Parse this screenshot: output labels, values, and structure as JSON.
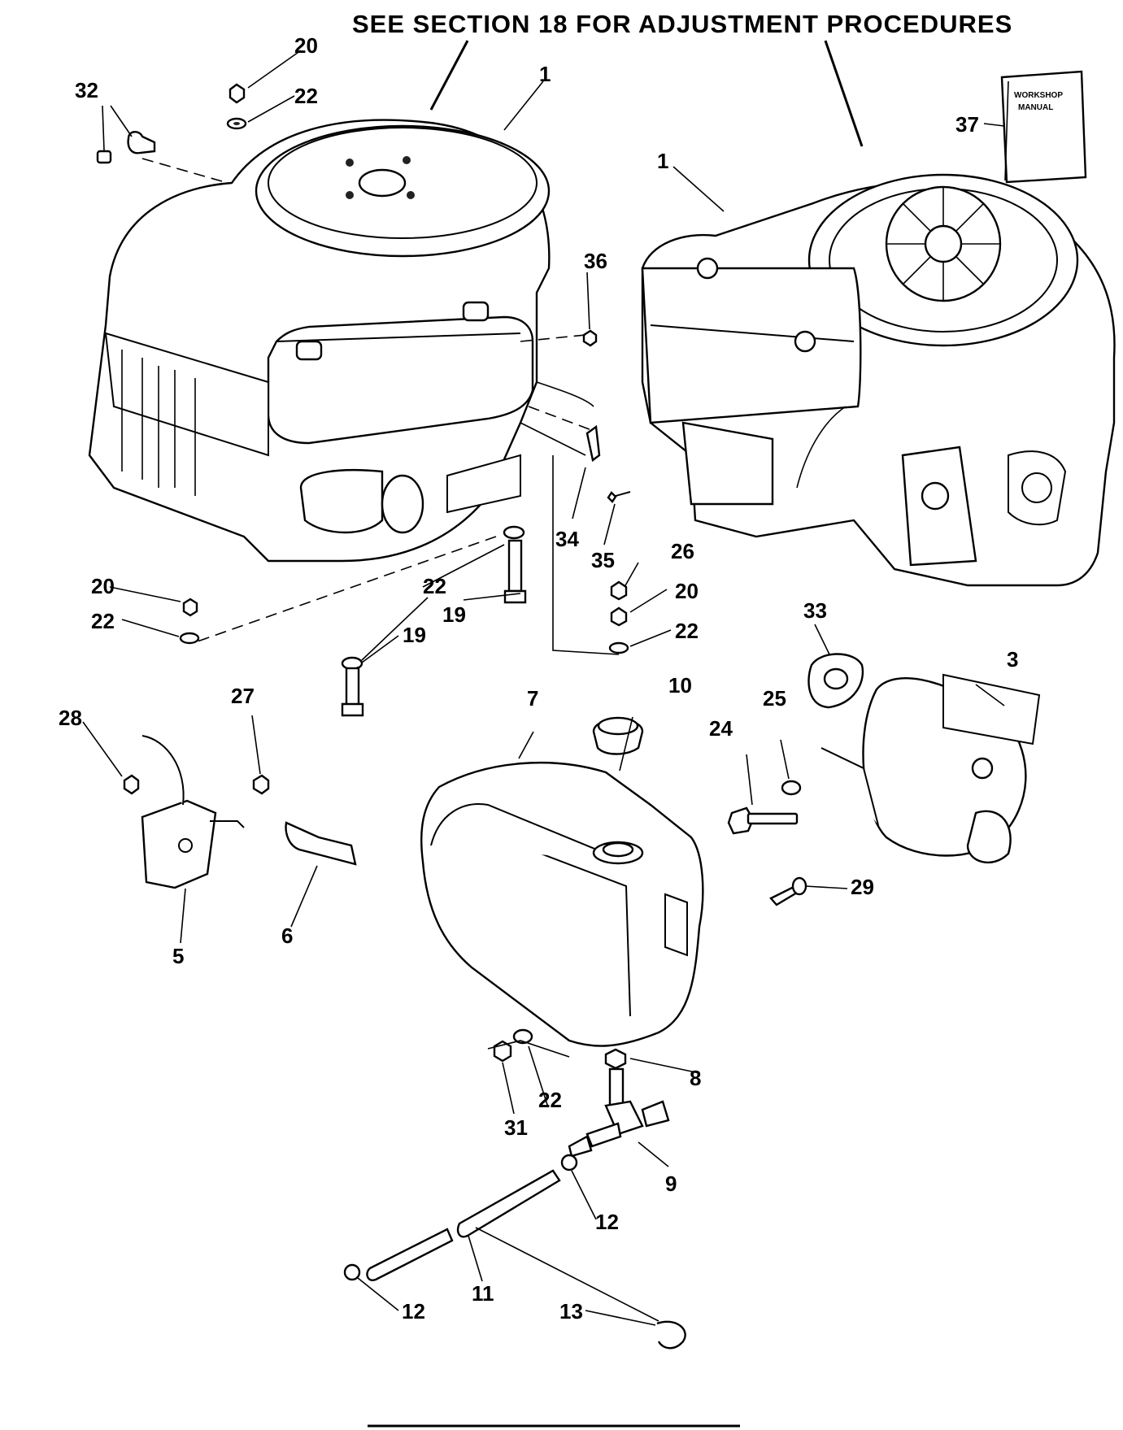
{
  "header": {
    "text": "SEE SECTION 18 FOR ADJUSTMENT PROCEDURES"
  },
  "manual": {
    "line1": "WORKSHOP",
    "line2": "MANUAL"
  },
  "callouts": [
    {
      "id": "c20a",
      "label": "20"
    },
    {
      "id": "c22a",
      "label": "22"
    },
    {
      "id": "c32",
      "label": "32"
    },
    {
      "id": "c1a",
      "label": "1"
    },
    {
      "id": "c1b",
      "label": "1"
    },
    {
      "id": "c37",
      "label": "37"
    },
    {
      "id": "c36",
      "label": "36"
    },
    {
      "id": "c34",
      "label": "34"
    },
    {
      "id": "c35",
      "label": "35"
    },
    {
      "id": "c26",
      "label": "26"
    },
    {
      "id": "c20c",
      "label": "20"
    },
    {
      "id": "c22d",
      "label": "22"
    },
    {
      "id": "c20b",
      "label": "20"
    },
    {
      "id": "c22b",
      "label": "22"
    },
    {
      "id": "c22c",
      "label": "22"
    },
    {
      "id": "c19a",
      "label": "19"
    },
    {
      "id": "c19b",
      "label": "19"
    },
    {
      "id": "c33",
      "label": "33"
    },
    {
      "id": "c3",
      "label": "3"
    },
    {
      "id": "c28",
      "label": "28"
    },
    {
      "id": "c27",
      "label": "27"
    },
    {
      "id": "c7",
      "label": "7"
    },
    {
      "id": "c10",
      "label": "10"
    },
    {
      "id": "c25",
      "label": "25"
    },
    {
      "id": "c24",
      "label": "24"
    },
    {
      "id": "c5",
      "label": "5"
    },
    {
      "id": "c6",
      "label": "6"
    },
    {
      "id": "c29",
      "label": "29"
    },
    {
      "id": "c8",
      "label": "8"
    },
    {
      "id": "c31",
      "label": "31"
    },
    {
      "id": "c22e",
      "label": "22"
    },
    {
      "id": "c9",
      "label": "9"
    },
    {
      "id": "c12a",
      "label": "12"
    },
    {
      "id": "c11",
      "label": "11"
    },
    {
      "id": "c12b",
      "label": "12"
    },
    {
      "id": "c13",
      "label": "13"
    }
  ]
}
